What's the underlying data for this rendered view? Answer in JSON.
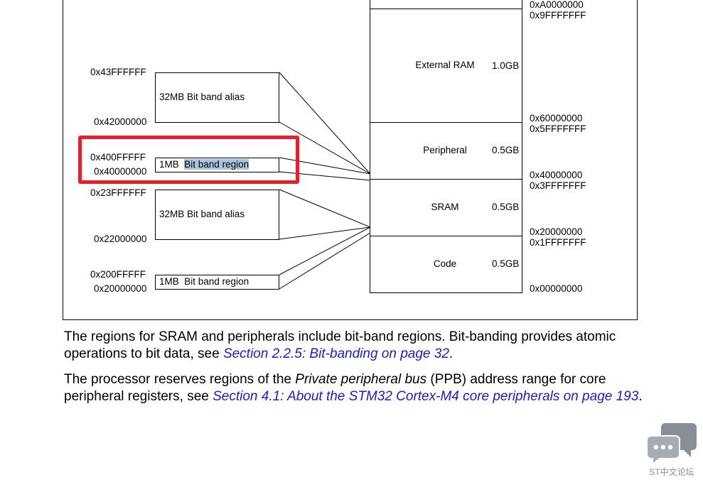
{
  "diagram": {
    "left_addresses": {
      "alias1_top": "0x43FFFFFF",
      "alias1_bottom": "0x42000000",
      "region1_top": "0x400FFFFF",
      "region1_bottom": "0x40000000",
      "alias2_top": "0x23FFFFFF",
      "alias2_bottom": "0x22000000",
      "region2_top": "0x200FFFFF",
      "region2_bottom": "0x20000000"
    },
    "boxes": {
      "alias1": "32MB Bit band alias",
      "region1_size": "1MB",
      "region1_label": "Bit band region",
      "alias2": "32MB Bit band alias",
      "region2": "1MB  Bit band region"
    },
    "memory_map": [
      {
        "name": "External RAM",
        "size": "1.0GB"
      },
      {
        "name": "Peripheral",
        "size": "0.5GB"
      },
      {
        "name": "SRAM",
        "size": "0.5GB"
      },
      {
        "name": "Code",
        "size": "0.5GB"
      }
    ],
    "right_addresses": [
      "0xA0000000",
      "0x9FFFFFFF",
      "0x60000000",
      "0x5FFFFFFF",
      "0x40000000",
      "0x3FFFFFFF",
      "0x20000000",
      "0x1FFFFFFF",
      "0x00000000"
    ]
  },
  "paragraphs": {
    "p1_text": "The regions for SRAM and peripherals include bit-band regions. Bit-banding provides atomic operations to bit data, see ",
    "p1_link": "Section 2.2.5: Bit-banding on page 32",
    "p1_end": ".",
    "p2_a": "The processor reserves regions of the ",
    "p2_italic": "Private peripheral bus",
    "p2_b": " (PPB) address range for core peripheral registers, see ",
    "p2_link": "Section 4.1: About the STM32 Cortex-M4 core peripherals on page 193",
    "p2_end": "."
  },
  "watermark": {
    "label": "ST中文论坛",
    "icon": "chat-bubbles-icon"
  },
  "colors": {
    "highlight_box": "#e5202a",
    "selection": "#aac4de",
    "link": "#1a1adf"
  }
}
